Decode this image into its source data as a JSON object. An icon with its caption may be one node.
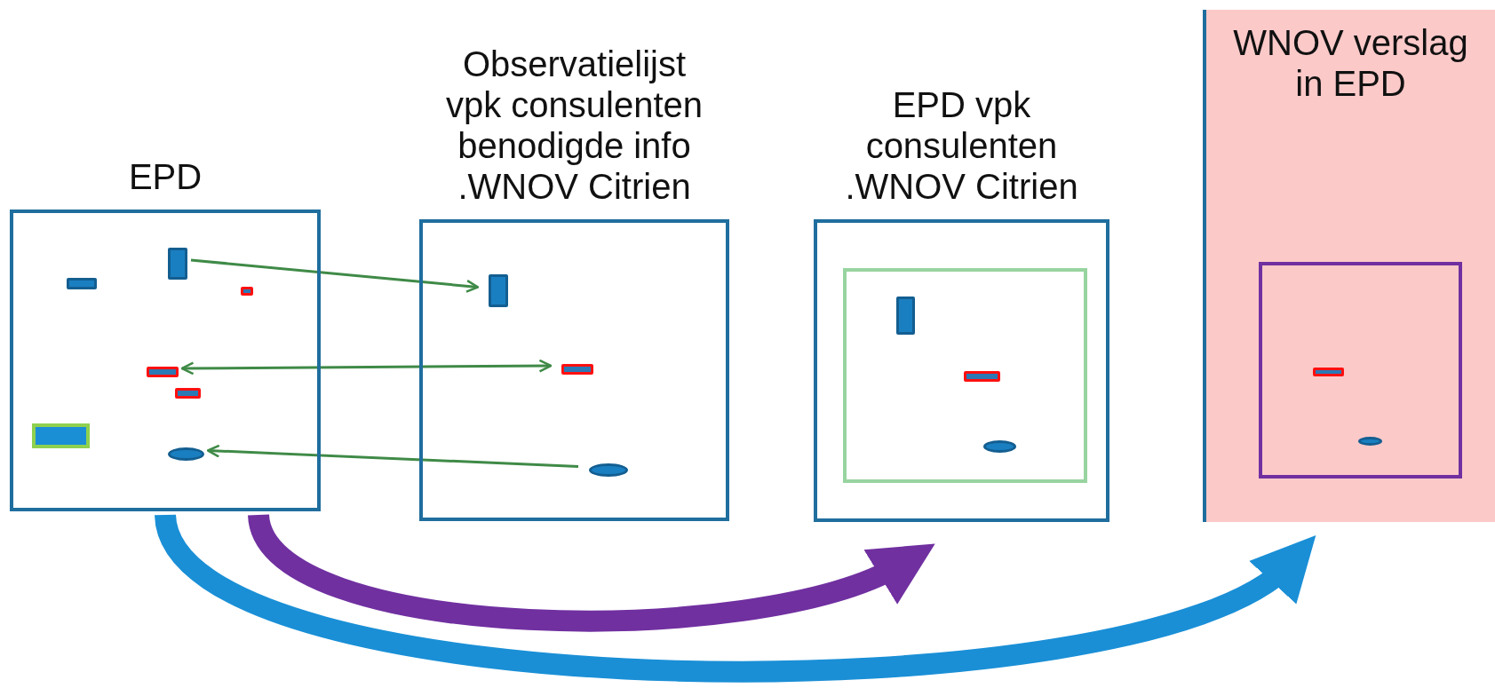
{
  "diagram": {
    "nodes": [
      {
        "text": [
          "EPD"
        ]
      },
      {
        "text": [],
        "shape": "box",
        "in": 0
      },
      {
        "text": [],
        "shape": "box",
        "in": 0
      },
      {
        "text": [],
        "shape": "ellipse",
        "in": 0
      },
      {
        "text": [
          "Observatielijst vpk consulenten benodigde info .WNOV Citrien"
        ]
      },
      {
        "text": [],
        "shape": "box",
        "in": 4
      },
      {
        "text": [],
        "shape": "box",
        "in": 4
      },
      {
        "text": [],
        "shape": "ellipse",
        "in": 4
      },
      {
        "text": [
          "EPD vpk consulenten .WNOV Citrien"
        ]
      },
      {
        "text": [
          "WNOV verslag in EPD"
        ]
      }
    ],
    "edges": [
      {
        "from": 1,
        "to": 5,
        "arrow": "to"
      },
      {
        "from": 2,
        "to": 6,
        "arrow": "both"
      },
      {
        "from": 7,
        "to": 3,
        "arrow": "to"
      },
      {
        "from": 0,
        "to": 8,
        "arrow": "to",
        "style": "thick",
        "color": "#7030a0"
      },
      {
        "from": 0,
        "to": 9,
        "arrow": "to",
        "style": "thick",
        "color": "#1a8fd6"
      }
    ]
  }
}
